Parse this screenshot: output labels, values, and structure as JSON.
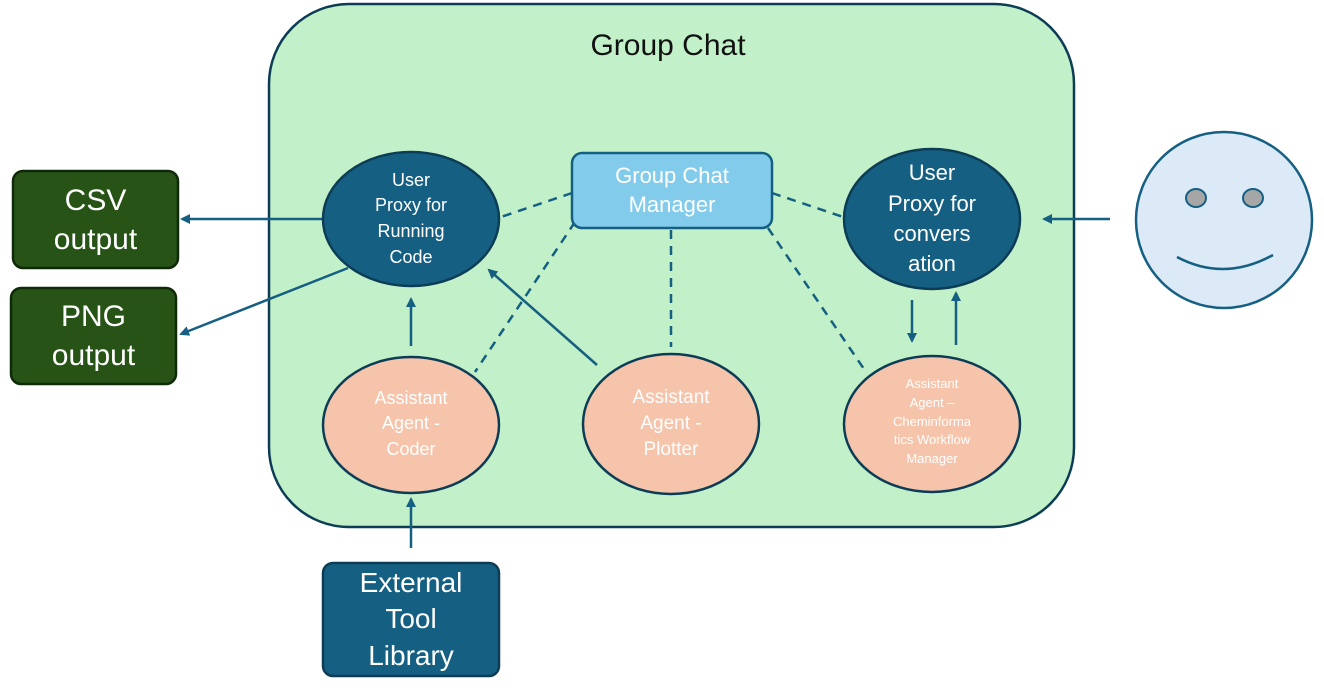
{
  "group_chat": {
    "title": "Group Chat"
  },
  "manager": {
    "lines": [
      "Group Chat",
      "Manager"
    ]
  },
  "user_proxy_code": {
    "lines": [
      "User",
      "Proxy for",
      "Running",
      "Code"
    ]
  },
  "user_proxy_conversation": {
    "lines": [
      "User",
      "Proxy for",
      "convers",
      "ation"
    ]
  },
  "assistant_coder": {
    "lines": [
      "Assistant",
      "Agent -",
      "Coder"
    ]
  },
  "assistant_plotter": {
    "lines": [
      "Assistant",
      "Agent -",
      "Plotter"
    ]
  },
  "assistant_workflow": {
    "lines": [
      "Assistant",
      "Agent –",
      "Cheminforma",
      "tics Workflow",
      "Manager"
    ]
  },
  "csv_output": {
    "lines": [
      "CSV",
      "output"
    ]
  },
  "png_output": {
    "lines": [
      "PNG",
      "output"
    ]
  },
  "external_tool_library": {
    "lines": [
      "External",
      "Tool",
      "Library"
    ]
  },
  "user_face": {
    "icon": "smiley-face-icon"
  },
  "colors": {
    "group_fill": "#c2f0c8",
    "dark_blue": "#156082",
    "light_blue": "#83cbeb",
    "peach": "#f5c4ab",
    "dark_green": "#275317",
    "face_fill": "#dceaf7",
    "connector": "#156082"
  }
}
